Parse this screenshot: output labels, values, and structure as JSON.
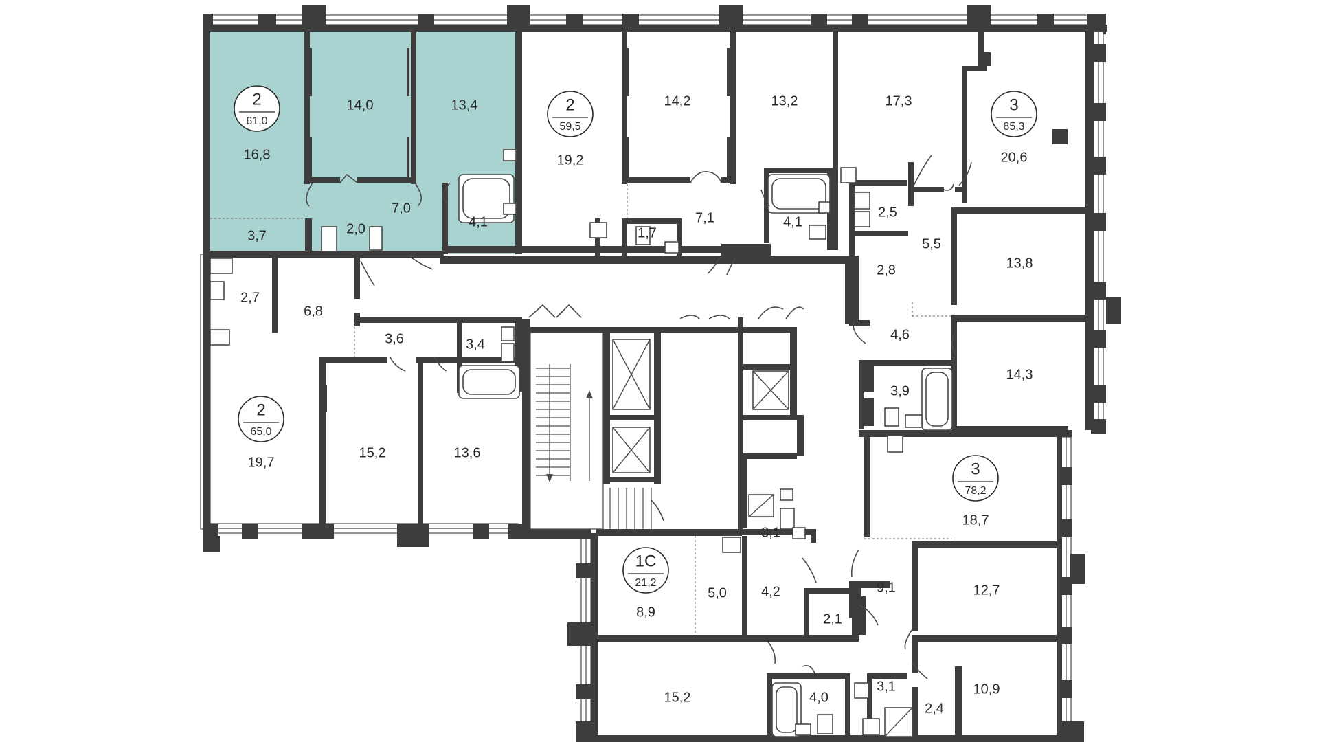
{
  "colors": {
    "highlight": "#a9d3d0",
    "wall": "#3d3d3d",
    "background": "#ffffff"
  },
  "apartments": [
    {
      "id": "apt-2-61",
      "rooms": "2",
      "total": "61,0",
      "selected": true
    },
    {
      "id": "apt-2-59",
      "rooms": "2",
      "total": "59,5",
      "selected": false
    },
    {
      "id": "apt-3-85",
      "rooms": "3",
      "total": "85,3",
      "selected": false
    },
    {
      "id": "apt-2-65",
      "rooms": "2",
      "total": "65,0",
      "selected": false
    },
    {
      "id": "apt-3-78",
      "rooms": "3",
      "total": "78,2",
      "selected": false
    },
    {
      "id": "apt-1c-21",
      "rooms": "1С",
      "total": "21,2",
      "selected": false
    }
  ],
  "room_areas": [
    "16,8",
    "14,0",
    "13,4",
    "7,0",
    "3,7",
    "2,0",
    "4,1",
    "19,2",
    "14,2",
    "13,2",
    "7,1",
    "1,7",
    "4,1",
    "17,3",
    "20,6",
    "2,5",
    "5,5",
    "2,8",
    "13,8",
    "4,6",
    "14,3",
    "3,9",
    "2,7",
    "6,8",
    "3,6",
    "3,4",
    "19,7",
    "15,2",
    "13,6",
    "18,7",
    "12,7",
    "9,1",
    "2,1",
    "10,9",
    "2,4",
    "3,1",
    "4,0",
    "15,2",
    "8,9",
    "5,0",
    "4,2",
    "3,1"
  ]
}
